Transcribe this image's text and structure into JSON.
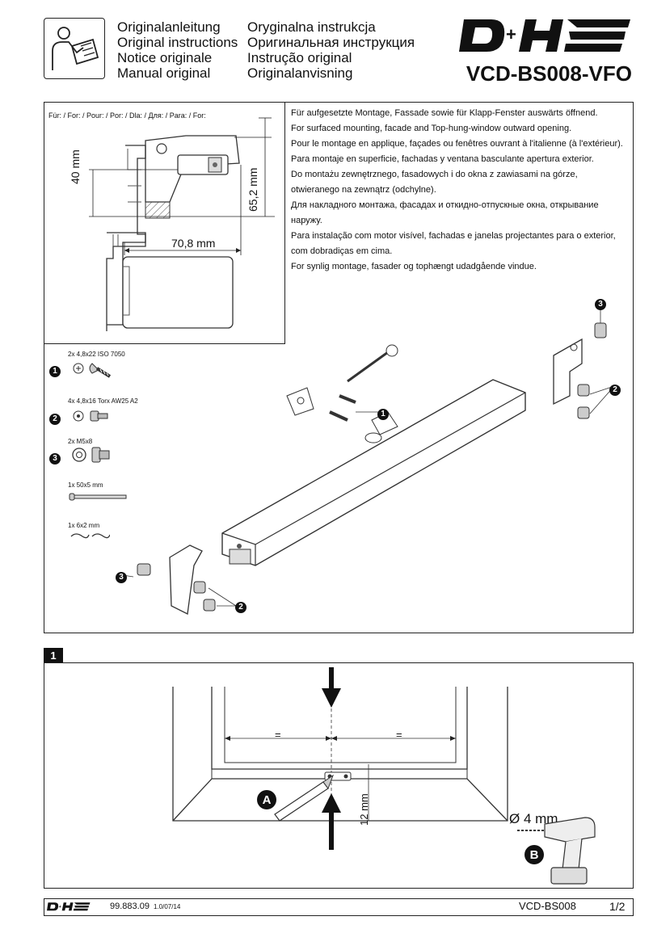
{
  "header": {
    "titles_col1": [
      "Originalanleitung",
      "Original instructions",
      "Notice originale",
      "Manual original"
    ],
    "titles_col2": [
      "Oryginalna instrukcja",
      "Оригинальная инструкция",
      "Instrução original",
      "Originalanvisning"
    ],
    "brand_logo": "D+H",
    "model": "VCD-BS008-VFO",
    "icon": "reading-manual-icon"
  },
  "spec_panel": {
    "for_label": "Für: / For: / Pour: / Por: / Dla: / Для: / Para: / For:",
    "dim_40": "40 mm",
    "dim_65": "65,2 mm",
    "dim_70": "70,8 mm",
    "instructions": [
      "Für aufgesetzte Montage, Fassade sowie für Klapp-Fenster auswärts öffnend.",
      "For surfaced mounting, facade and Top-hung-window outward opening.",
      "Pour le montage en applique, façades ou fenêtres ouvrant à l'italienne (à l'extérieur).",
      "Para montaje en superficie, fachadas y ventana basculante apertura exterior.",
      "Do montażu zewnętrznego, fasadowych i do okna z zawiasami na górze,",
      "otwieranego na zewnątrz (odchylne).",
      "Для накладного монтажа, фасадах и откидно-отпускные окна, открывание наружу.",
      "Para instalação com motor visível, fachadas e janelas projectantes para o exterior,",
      "com dobradiças em cima.",
      "For synlig montage, fasader og tophængt udadgående vindue."
    ],
    "parts": [
      {
        "num": "1",
        "qty": "2x  4,8x22 ISO 7050"
      },
      {
        "num": "2",
        "qty": "4x  4,8x16 Torx AW25 A2"
      },
      {
        "num": "3",
        "qty": "2x  M5x8"
      },
      {
        "num": "",
        "qty": "1x  50x5 mm"
      },
      {
        "num": "",
        "qty": "1x  6x2 mm"
      }
    ],
    "callouts": {
      "c1": "1",
      "c2": "2",
      "c3": "3"
    }
  },
  "step1": {
    "step_number": "1",
    "eq_left": "=",
    "eq_right": "=",
    "dim_12": "12 mm",
    "label_a": "A",
    "label_b": "B",
    "drill_size": "Ø 4 mm"
  },
  "footer": {
    "logo": "D+H",
    "doc_number": "99.883.09",
    "version": "1.0/07/14",
    "model": "VCD-BS008",
    "page": "1/2"
  }
}
